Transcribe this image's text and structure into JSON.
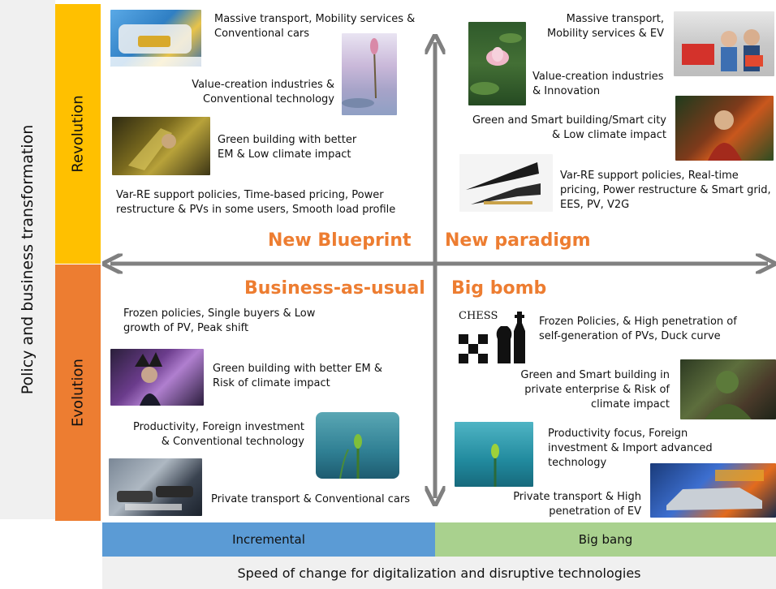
{
  "axes": {
    "y_title": "Policy and business transformation",
    "y_top": "Revolution",
    "y_bottom": "Evolution",
    "x_left": "Incremental",
    "x_right": "Big bang",
    "x_title": "Speed of change for digitalization and disruptive technologies"
  },
  "quadrants": {
    "top_left": "New Blueprint",
    "top_right": "New paradigm",
    "bottom_left": "Business-as-usual",
    "bottom_right": "Big bomb"
  },
  "top_left": {
    "transport": "Massive transport, Mobility services & Conventional cars",
    "industries": "Value-creation industries & Conventional technology",
    "building": "Green building with better EM & Low climate impact",
    "policies": "Var-RE support policies, Time-based pricing, Power restructure & PVs in some users, Smooth load profile"
  },
  "top_right": {
    "transport": "Massive transport, Mobility services & EV",
    "industries": "Value-creation industries & Innovation",
    "building": "Green and Smart building/Smart city & Low climate impact",
    "policies": "Var-RE support policies, Real-time pricing, Power restructure & Smart grid, EES, PV, V2G"
  },
  "bottom_left": {
    "policies": "Frozen policies, Single buyers & Low growth of PV, Peak shift",
    "building": "Green building with better EM & Risk of climate impact",
    "industries": "Productivity, Foreign investment & Conventional technology",
    "transport": "Private transport & Conventional cars"
  },
  "bottom_right": {
    "chess_logo": "CHESS",
    "policies": "Frozen Policies, & High penetration of self-generation of PVs, Duck curve",
    "building": "Green and Smart building in private enterprise & Risk of climate impact",
    "industries": "Productivity focus, Foreign investment & Import advanced technology",
    "transport": "Private transport & High penetration of EV"
  },
  "colors": {
    "revolution": "#ffc000",
    "evolution": "#ed7d31",
    "incremental": "#5b9bd5",
    "big_bang": "#a9d18e",
    "quadrant_text": "#ed7d31",
    "arrow": "#808080"
  }
}
